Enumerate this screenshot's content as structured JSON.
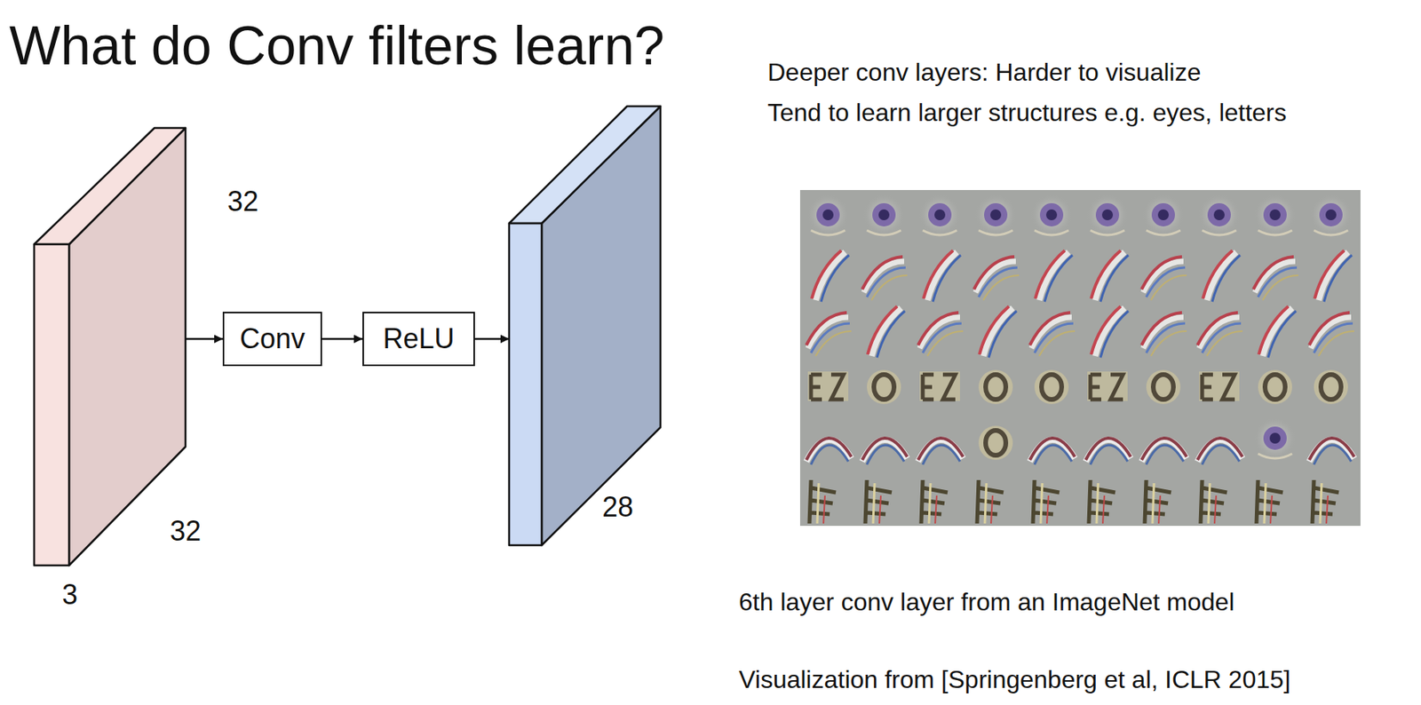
{
  "diagram": {
    "title": "What do Conv filters learn?",
    "nodes": [
      {
        "text": [
          "32",
          "32",
          "3"
        ]
      },
      {
        "text": [
          "Conv"
        ]
      },
      {
        "text": [
          "ReLU"
        ]
      },
      {
        "text": [
          "28"
        ]
      }
    ],
    "edges": [
      {
        "from": 0,
        "to": 1,
        "arrow": "to"
      },
      {
        "from": 1,
        "to": 2,
        "arrow": "to"
      },
      {
        "from": 2,
        "to": 3,
        "arrow": "to"
      }
    ],
    "labels": [
      "Deeper conv layers: Harder to visualize",
      "Tend to learn larger structures e.g. eyes, letters",
      "6th layer conv layer from an ImageNet model",
      "Visualization from [Springenberg et al, ICLR 2015]"
    ]
  }
}
